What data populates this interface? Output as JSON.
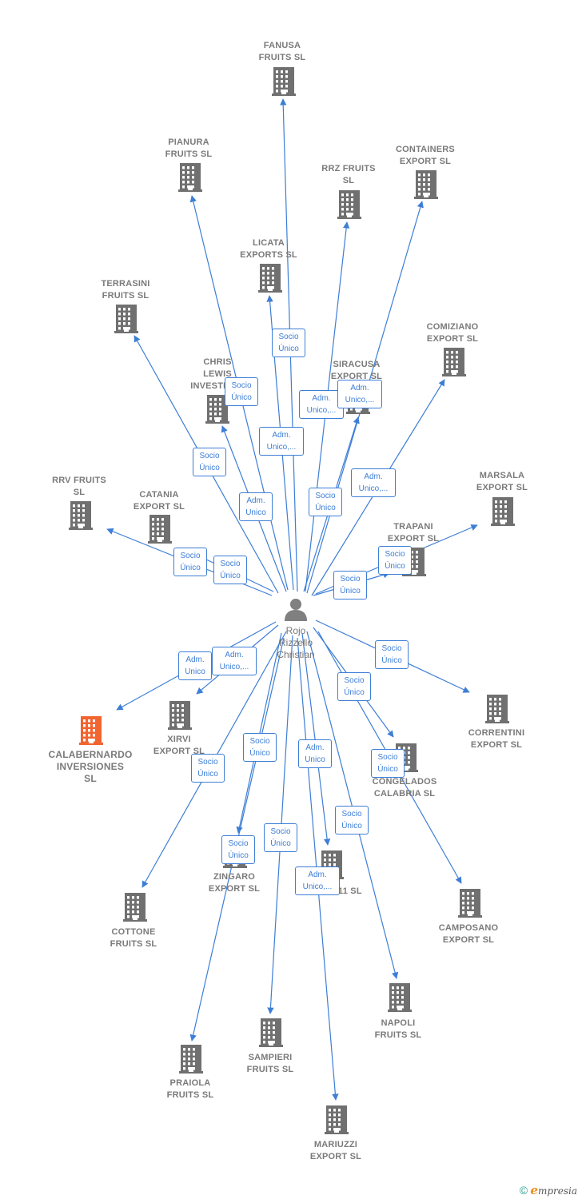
{
  "person": {
    "name": "Rojo\nRizzello\nChristian"
  },
  "colors": {
    "edge": "#3d7ed6",
    "building": "#707070",
    "highlight": "#f26430",
    "person": "#808080"
  },
  "companies": [
    {
      "id": "fanusa",
      "label": "FANUSA\nFRUITS  SL"
    },
    {
      "id": "pianura",
      "label": "PIANURA\nFRUITS  SL"
    },
    {
      "id": "rrz",
      "label": "RRZ FRUITS\nSL"
    },
    {
      "id": "containers",
      "label": "CONTAINERS\nEXPORT  SL"
    },
    {
      "id": "licata",
      "label": "LICATA\nEXPORTS  SL"
    },
    {
      "id": "terrasini",
      "label": "TERRASINI\nFRUITS SL"
    },
    {
      "id": "chris",
      "label": "CHRIS\nLEWIS\nINVESTME..."
    },
    {
      "id": "siracusa",
      "label": "SIRACUSA\nEXPORT  SL"
    },
    {
      "id": "comiziano",
      "label": "COMIZIANO\nEXPORT  SL"
    },
    {
      "id": "rrv",
      "label": "RRV FRUITS\nSL"
    },
    {
      "id": "catania",
      "label": "CATANIA\nEXPORT  SL"
    },
    {
      "id": "marsala",
      "label": "MARSALA\nEXPORT  SL"
    },
    {
      "id": "trapani",
      "label": "TRAPANI\nEXPORT  SL"
    },
    {
      "id": "calabernardo",
      "label": "CALABERNARDO\nINVERSIONES\nSL",
      "highlight": true
    },
    {
      "id": "xirvi",
      "label": "XIRVI\nEXPORT  SL"
    },
    {
      "id": "correntini",
      "label": "CORRENTINI\nEXPORT  SL"
    },
    {
      "id": "congelados",
      "label": "CONGELADOS\nCALABRIA  SL"
    },
    {
      "id": "cottone",
      "label": "COTTONE\nFRUITS  SL"
    },
    {
      "id": "zingaro",
      "label": "ZINGARO\nEXPORT  SL"
    },
    {
      "id": "r11",
      "label": "...11 SL"
    },
    {
      "id": "camposano",
      "label": "CAMPOSANO\nEXPORT  SL"
    },
    {
      "id": "napoli",
      "label": "NAPOLI\nFRUITS  SL"
    },
    {
      "id": "sampieri",
      "label": "SAMPIERI\nFRUITS  SL"
    },
    {
      "id": "praiola",
      "label": "PRAIOLA\nFRUITS  SL"
    },
    {
      "id": "mariuzzi",
      "label": "MARIUZZI\nEXPORT  SL"
    }
  ],
  "relations": [
    {
      "to": "fanusa",
      "label": "Socio\nÚnico"
    },
    {
      "to": "pianura",
      "label": "Socio\nÚnico"
    },
    {
      "to": "rrz",
      "label": "Adm.\nUnico,..."
    },
    {
      "to": "containers",
      "label": "Adm.\nUnico,..."
    },
    {
      "to": "licata",
      "label": "Adm.\nUnico,..."
    },
    {
      "to": "terrasini",
      "label": "Socio\nÚnico"
    },
    {
      "to": "chris",
      "label": "Adm.\nUnico"
    },
    {
      "to": "siracusa",
      "label": "Socio\nÚnico"
    },
    {
      "to": "comiziano",
      "label": "Adm.\nUnico,..."
    },
    {
      "to": "rrv",
      "label": "Socio\nÚnico"
    },
    {
      "to": "catania",
      "label": "Socio\nÚnico"
    },
    {
      "to": "marsala",
      "label": "Socio\nÚnico"
    },
    {
      "to": "trapani",
      "label": "Socio\nÚnico"
    },
    {
      "to": "calabernardo",
      "label": "Adm.\nUnico"
    },
    {
      "to": "xirvi",
      "label": "Adm.\nUnico,..."
    },
    {
      "to": "correntini",
      "label": "Socio\nÚnico"
    },
    {
      "to": "congelados",
      "label": "Socio\nÚnico"
    },
    {
      "to": "camposano",
      "label": "Socio\nÚnico"
    },
    {
      "to": "cottone",
      "label": "Socio\nÚnico"
    },
    {
      "to": "zingaro",
      "label": "Socio\nÚnico"
    },
    {
      "to": "r11",
      "label": "Adm.\nUnico"
    },
    {
      "to": "napoli",
      "label": "Socio\nÚnico"
    },
    {
      "to": "sampieri",
      "label": "Socio\nÚnico"
    },
    {
      "to": "praiola",
      "label": "Socio\nÚnico"
    },
    {
      "to": "mariuzzi",
      "label": "Adm.\nUnico,..."
    }
  ],
  "footer": {
    "copyright": "©",
    "brand_initial": "e",
    "brand_rest": "mpresia"
  }
}
